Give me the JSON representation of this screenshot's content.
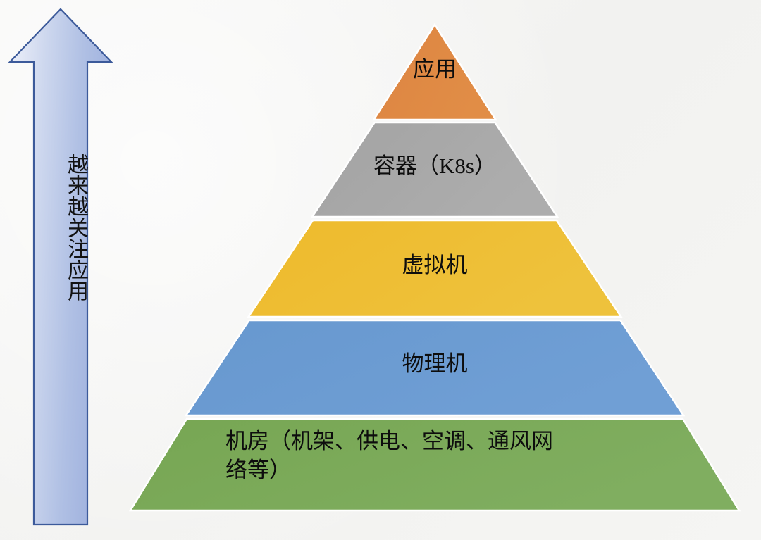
{
  "background_color": "#f4f4f2",
  "arrow": {
    "name": "upward-arrow",
    "label": "越来越关注应用",
    "direction": "up",
    "fill_start": "#e7ecf8",
    "fill_end": "#9fb1de",
    "stroke": "#3c5a9a"
  },
  "chart_data": {
    "type": "pyramid",
    "title": "",
    "orientation": "vertical",
    "levels_top_to_bottom": [
      {
        "label": "应用",
        "color": "#e08a42"
      },
      {
        "label": "容器（K8s）",
        "color": "#a6a6a6"
      },
      {
        "label": "虚拟机",
        "color": "#edbe33"
      },
      {
        "label": "物理机",
        "color": "#6b9bd2"
      },
      {
        "label": "机房（机架、供电、空调、通风网络等）",
        "color": "#7ba85a"
      }
    ],
    "annotation": "越来越关注应用"
  },
  "pyramid": {
    "name": "technology-stack-pyramid",
    "layers": [
      {
        "id": "application",
        "label": "应用",
        "color": "#e08a42"
      },
      {
        "id": "container",
        "label": "容器（K8s）",
        "color": "#a6a6a6"
      },
      {
        "id": "virtual-machine",
        "label": "虚拟机",
        "color": "#edbe33"
      },
      {
        "id": "physical-machine",
        "label": "物理机",
        "color": "#6b9bd2"
      },
      {
        "id": "data-center",
        "label": "机房（机架、供电、空调、通风网\n络等）",
        "color": "#7ba85a"
      }
    ]
  }
}
